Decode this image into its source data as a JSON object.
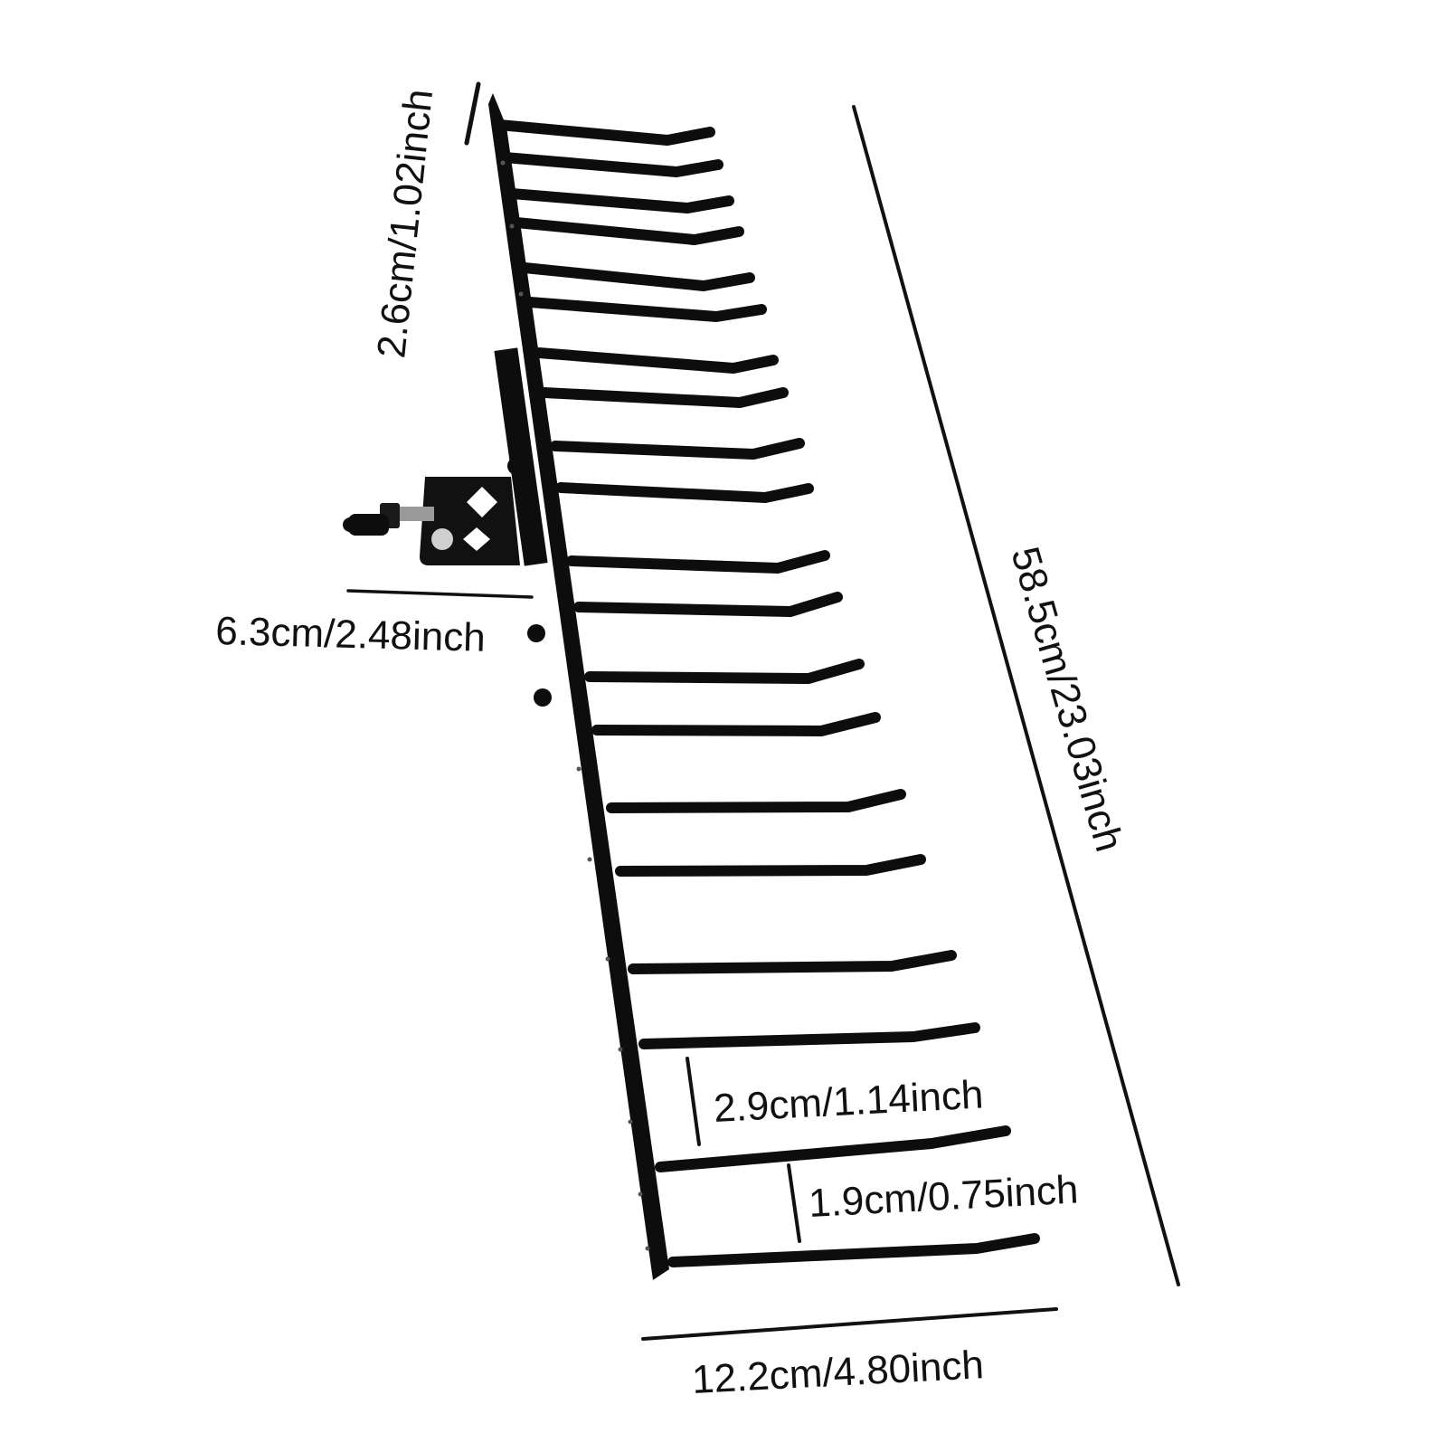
{
  "colors": {
    "background": "#ffffff",
    "rack": "#0d0d0d",
    "dimension_line": "#111111",
    "text": "#111111"
  },
  "product": {
    "rod_count": 20
  },
  "dimensions": {
    "top_width": "2.6cm/1.02inch",
    "total_length": "58.5cm/23.03inch",
    "bracket_width": "6.3cm/2.48inch",
    "rod_spacing_large": "2.9cm/1.14inch",
    "rod_spacing_small": "1.9cm/0.75inch",
    "rod_length": "12.2cm/4.80inch"
  }
}
